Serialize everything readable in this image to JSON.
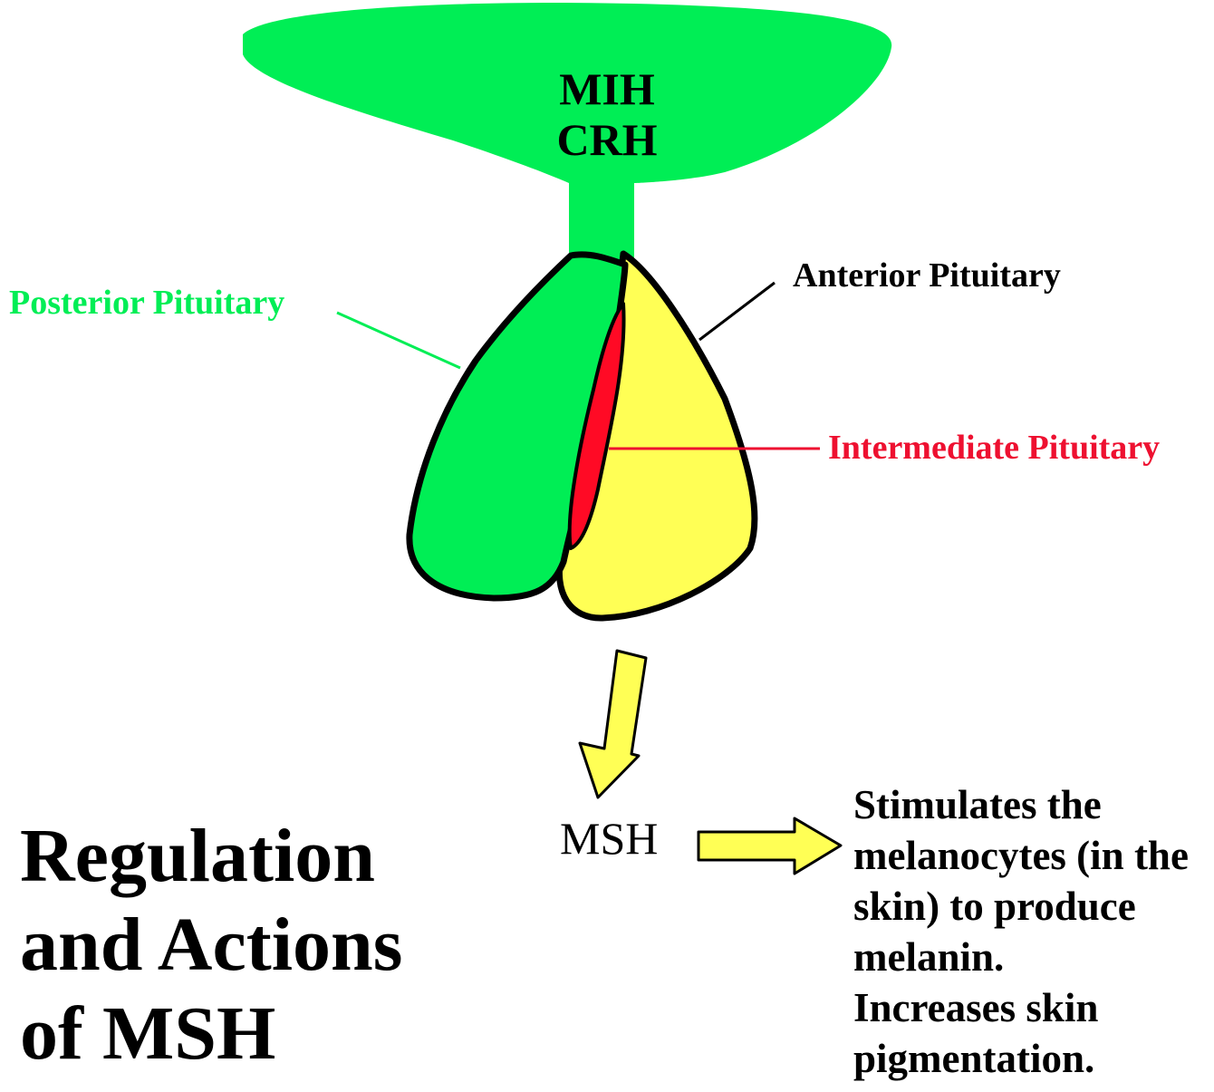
{
  "hypothalamus": {
    "hormones": [
      "MIH",
      "CRH"
    ]
  },
  "labels": {
    "posterior": "Posterior Pituitary",
    "anterior": "Anterior Pituitary",
    "intermediate": "Intermediate Pituitary",
    "msh": "MSH"
  },
  "title": [
    "Regulation",
    "and Actions",
    "of MSH"
  ],
  "actions": [
    "Stimulates the",
    "melanocytes (in the",
    "skin) to produce",
    "melanin.",
    "Increases skin",
    "pigmentation."
  ],
  "colors": {
    "posterior": "#00ee55",
    "anterior": "#ffff55",
    "intermediate": "#ff0a25",
    "outline": "#000000"
  }
}
